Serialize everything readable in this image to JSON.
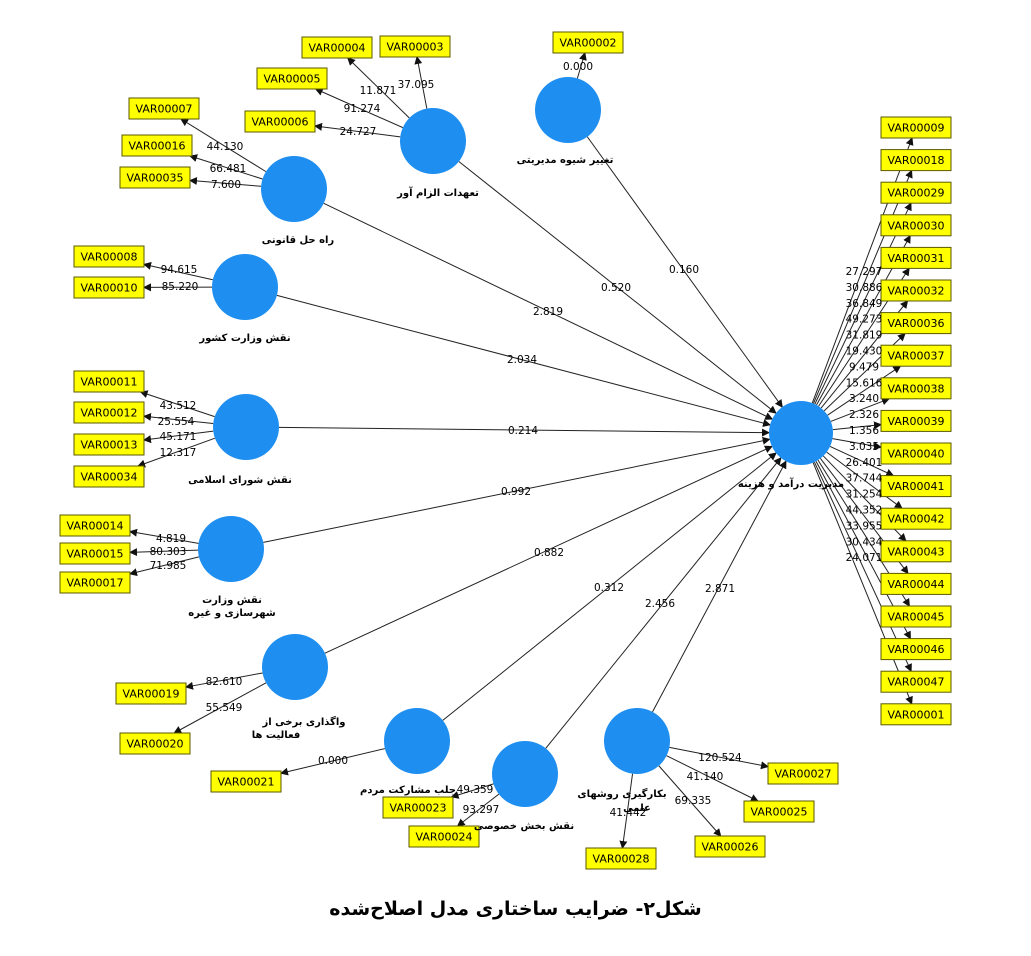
{
  "figure": {
    "caption": "شکل۲- ضرایب ساختاری مدل اصلاح‌شده"
  },
  "colors": {
    "construct_fill": "#1e8ff0",
    "indicator_fill": "#ffff00",
    "indicator_border": "#5a5a00",
    "line": "#222222"
  },
  "target": {
    "id": "target",
    "name": "مدیریت درآمد و هزینه",
    "indicators": [
      {
        "name": "VAR00009",
        "loading": "27.297"
      },
      {
        "name": "VAR00018",
        "loading": "30.886"
      },
      {
        "name": "VAR00029",
        "loading": "36.849"
      },
      {
        "name": "VAR00030",
        "loading": "49.273"
      },
      {
        "name": "VAR00031",
        "loading": "31.819"
      },
      {
        "name": "VAR00032",
        "loading": "19.430"
      },
      {
        "name": "VAR00036",
        "loading": "9.479"
      },
      {
        "name": "VAR00037",
        "loading": "15.616"
      },
      {
        "name": "VAR00038",
        "loading": "3.240"
      },
      {
        "name": "VAR00039",
        "loading": "2.326"
      },
      {
        "name": "VAR00040",
        "loading": "1.356"
      },
      {
        "name": "VAR00041",
        "loading": "3.035"
      },
      {
        "name": "VAR00042",
        "loading": "26.401"
      },
      {
        "name": "VAR00043",
        "loading": "37.744"
      },
      {
        "name": "VAR00044",
        "loading": "31.254"
      },
      {
        "name": "VAR00045",
        "loading": "44.352"
      },
      {
        "name": "VAR00046",
        "loading": "33.955"
      },
      {
        "name": "VAR00047",
        "loading": "30.434"
      },
      {
        "name": "VAR00001",
        "loading": "24.071"
      }
    ]
  },
  "constructs": [
    {
      "id": "c1",
      "name": "تغییر شیوه مدیریتی",
      "path_coef": "0.160",
      "indicators": [
        {
          "name": "VAR00002",
          "loading": "0.000"
        }
      ]
    },
    {
      "id": "c2",
      "name": "تعهدات الزام آور",
      "path_coef": "0.520",
      "indicators": [
        {
          "name": "VAR00003",
          "loading": "37.095"
        },
        {
          "name": "VAR00004",
          "loading": "11.871"
        },
        {
          "name": "VAR00005",
          "loading": "91.274"
        },
        {
          "name": "VAR00006",
          "loading": "24.727"
        }
      ]
    },
    {
      "id": "c3",
      "name": "راه حل قانونی",
      "path_coef": "2.819",
      "indicators": [
        {
          "name": "VAR00007",
          "loading": "44.130"
        },
        {
          "name": "VAR00016",
          "loading": "66.481"
        },
        {
          "name": "VAR00035",
          "loading": "7.600"
        }
      ]
    },
    {
      "id": "c4",
      "name": "نقش وزارت کشور",
      "path_coef": "2.034",
      "indicators": [
        {
          "name": "VAR00008",
          "loading": "94.615"
        },
        {
          "name": "VAR00010",
          "loading": "85.220"
        }
      ]
    },
    {
      "id": "c5",
      "name": "نقش شورای اسلامی",
      "path_coef": "0.214",
      "indicators": [
        {
          "name": "VAR00011",
          "loading": "43.512"
        },
        {
          "name": "VAR00012",
          "loading": "25.554"
        },
        {
          "name": "VAR00013",
          "loading": "45.171"
        },
        {
          "name": "VAR00034",
          "loading": "12.317"
        }
      ]
    },
    {
      "id": "c6",
      "name": "نقش وزارت شهرسازی و غیره",
      "path_coef": "0.992",
      "indicators": [
        {
          "name": "VAR00014",
          "loading": "4.819"
        },
        {
          "name": "VAR00015",
          "loading": "80.303"
        },
        {
          "name": "VAR00017",
          "loading": "71.985"
        }
      ]
    },
    {
      "id": "c7",
      "name": "واگذاری برخی از فعالیت ها",
      "path_coef": "0.882",
      "indicators": [
        {
          "name": "VAR00019",
          "loading": "82.610"
        },
        {
          "name": "VAR00020",
          "loading": "55.549"
        }
      ]
    },
    {
      "id": "c8",
      "name": "جلب مشارکت مردم",
      "path_coef": "0.312",
      "indicators": [
        {
          "name": "VAR00021",
          "loading": "0.000"
        }
      ]
    },
    {
      "id": "c9",
      "name": "نقش بخش خصوصی",
      "path_coef": "2.456",
      "indicators": [
        {
          "name": "VAR00023",
          "loading": "49.359"
        },
        {
          "name": "VAR00024",
          "loading": "93.297"
        }
      ]
    },
    {
      "id": "c10",
      "name": "بکارگیری روشهای علمی",
      "path_coef": "2.871",
      "indicators": [
        {
          "name": "VAR00027",
          "loading": "120.524"
        },
        {
          "name": "VAR00025",
          "loading": "41.140"
        },
        {
          "name": "VAR00026",
          "loading": "69.335"
        },
        {
          "name": "VAR00028",
          "loading": "41.442"
        }
      ]
    }
  ]
}
